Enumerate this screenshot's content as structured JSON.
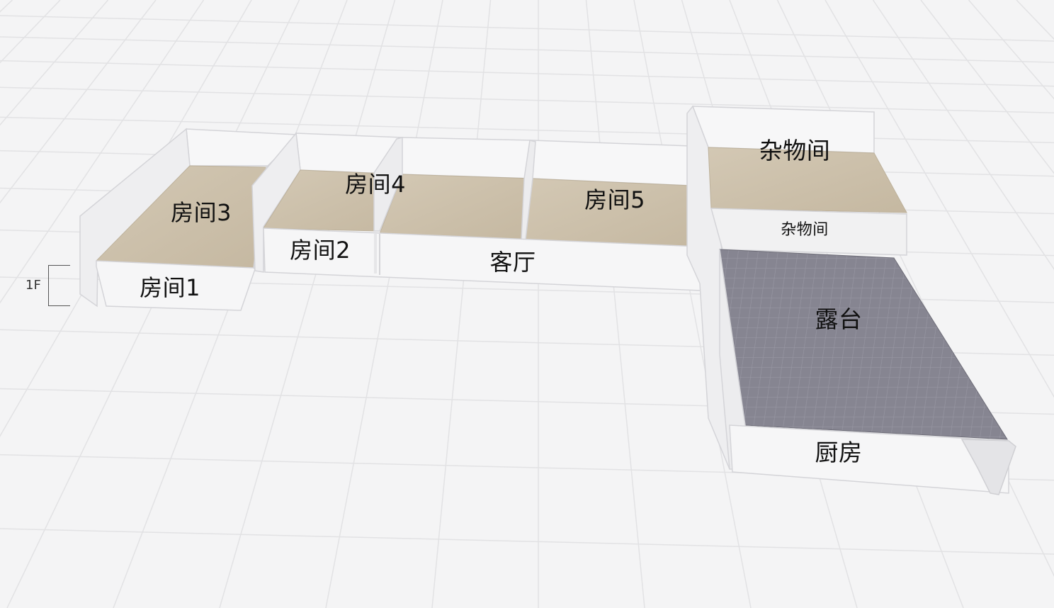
{
  "floor_selector": {
    "label": "1F"
  },
  "rooms": {
    "room1": "房间1",
    "room2": "房间2",
    "room3": "房间3",
    "room4": "房间4",
    "room5": "房间5",
    "living_room": "客厅",
    "storage_upper": "杂物间",
    "storage_lower": "杂物间",
    "terrace": "露台",
    "kitchen": "厨房"
  },
  "colors": {
    "background": "#f4f4f5",
    "grid_line": "#e2e2e4",
    "wall": "#f8f8f9",
    "wall_edge": "#cfcfd3",
    "wood_floor": "#cbbfa9",
    "tile_floor": "#868591"
  }
}
